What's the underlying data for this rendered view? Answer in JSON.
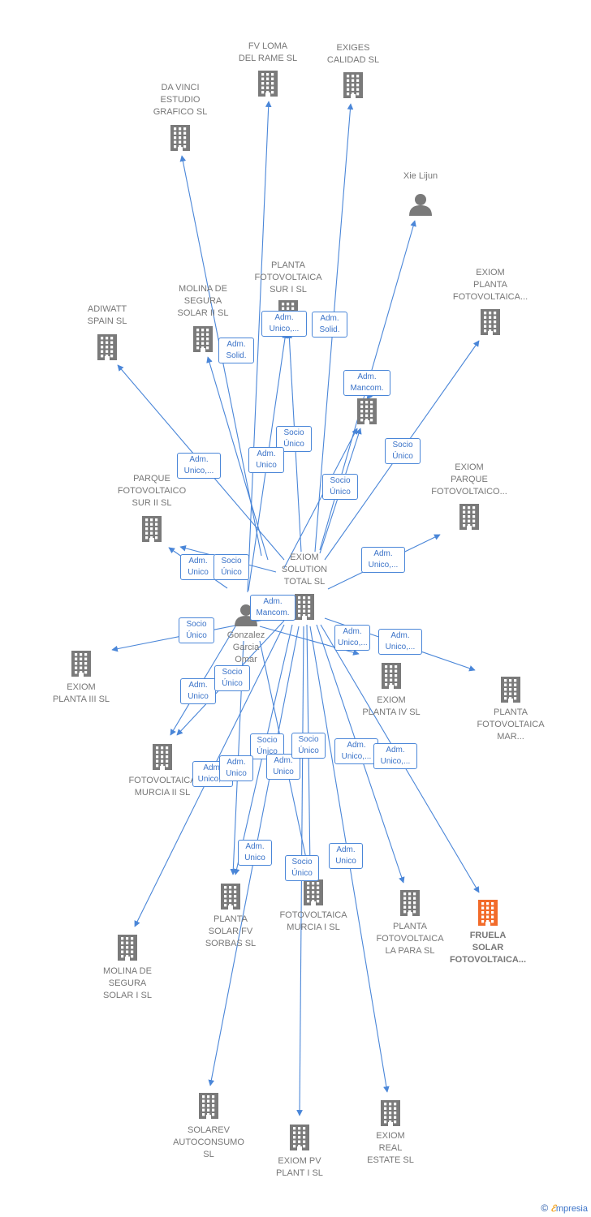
{
  "colors": {
    "edge": "#4a86d8",
    "node_icon": "#7a7a7a",
    "highlight_icon": "#f26b2a",
    "label": "#777777",
    "box_text": "#3b73c8"
  },
  "nodes": [
    {
      "id": "exiom_total",
      "label": "EXIOM\nSOLUTION\nTOTAL SL",
      "type": "company"
    },
    {
      "id": "gonzalez",
      "label": "Gonzalez\nGarcia\nOmar",
      "type": "person"
    },
    {
      "id": "fv_loma",
      "label": "FV LOMA\nDEL RAME  SL",
      "type": "company"
    },
    {
      "id": "exiges",
      "label": "EXIGES\nCALIDAD  SL",
      "type": "company"
    },
    {
      "id": "davinci",
      "label": "DA VINCI\nESTUDIO\nGRAFICO SL",
      "type": "company"
    },
    {
      "id": "xie",
      "label": "Xie Lijun",
      "type": "person"
    },
    {
      "id": "planta_sur1",
      "label": "PLANTA\nFOTOVOLTAICA\nSUR I  SL",
      "type": "company"
    },
    {
      "id": "molina2",
      "label": "MOLINA DE\nSEGURA\nSOLAR II  SL",
      "type": "company"
    },
    {
      "id": "adiwatt",
      "label": "ADIWATT\nSPAIN  SL",
      "type": "company"
    },
    {
      "id": "exiom_planta_fv",
      "label": "EXIOM\nPLANTA\nFOTOVOLTAICA...",
      "type": "company"
    },
    {
      "id": "unlabeled_mid",
      "label": "",
      "type": "company"
    },
    {
      "id": "parque_sur2",
      "label": "PARQUE\nFOTOVOLTAICO\nSUR II  SL",
      "type": "company"
    },
    {
      "id": "exiom_parque",
      "label": "EXIOM\nPARQUE\nFOTOVOLTAICO...",
      "type": "company"
    },
    {
      "id": "exiom_p3",
      "label": "EXIOM\nPLANTA III  SL",
      "type": "company"
    },
    {
      "id": "exiom_p4",
      "label": "EXIOM\nPLANTA IV  SL",
      "type": "company"
    },
    {
      "id": "planta_mar",
      "label": "PLANTA\nFOTOVOLTAICA\nMAR...",
      "type": "company"
    },
    {
      "id": "fv_murcia2",
      "label": "FOTOVOLTAICA\nMURCIA II  SL",
      "type": "company"
    },
    {
      "id": "planta_sorbas",
      "label": "PLANTA\nSOLAR FV\nSORBAS  SL",
      "type": "company"
    },
    {
      "id": "fv_murcia1",
      "label": "FOTOVOLTAICA\nMURCIA I  SL",
      "type": "company"
    },
    {
      "id": "planta_lapara",
      "label": "PLANTA\nFOTOVOLTAICA\nLA PARA  SL",
      "type": "company"
    },
    {
      "id": "fruela",
      "label": "FRUELA\nSOLAR\nFOTOVOLTAICA...",
      "type": "company",
      "highlight": true
    },
    {
      "id": "molina1",
      "label": "MOLINA DE\nSEGURA\nSOLAR I  SL",
      "type": "company"
    },
    {
      "id": "solarev",
      "label": "SOLAREV\nAUTOCONSUMO\nSL",
      "type": "company"
    },
    {
      "id": "exiom_pv1",
      "label": "EXIOM PV\nPLANT I  SL",
      "type": "company"
    },
    {
      "id": "exiom_real",
      "label": "EXIOM\nREAL\nESTATE  SL",
      "type": "company"
    }
  ],
  "edges": [
    {
      "from": "gonzalez",
      "to": "fv_loma",
      "label": ""
    },
    {
      "from": "exiom_total",
      "to": "exiges",
      "label": "Adm.\nSolid."
    },
    {
      "from": "gonzalez",
      "to": "davinci",
      "label": ""
    },
    {
      "from": "exiom_total",
      "to": "xie",
      "label": ""
    },
    {
      "from": "gonzalez",
      "to": "planta_sur1",
      "label": "Adm.\nUnico,..."
    },
    {
      "from": "exiom_total",
      "to": "planta_sur1",
      "label": "Socio\nÚnico"
    },
    {
      "from": "gonzalez",
      "to": "molina2",
      "label": "Adm.\nSolid."
    },
    {
      "from": "exiom_total",
      "to": "adiwatt",
      "label": "Adm.\nUnico,..."
    },
    {
      "from": "exiom_total",
      "to": "exiom_planta_fv",
      "label": "Socio\nÚnico"
    },
    {
      "from": "exiom_total",
      "to": "unlabeled_mid",
      "label": "Socio\nÚnico"
    },
    {
      "from": "gonzalez",
      "to": "unlabeled_mid",
      "label": "Adm.\nUnico"
    },
    {
      "from": "xie",
      "to": "unlabeled_mid",
      "label": "Adm.\nMancom."
    },
    {
      "from": "gonzalez",
      "to": "parque_sur2",
      "label": "Adm.\nUnico"
    },
    {
      "from": "exiom_total",
      "to": "parque_sur2",
      "label": "Socio\nÚnico"
    },
    {
      "from": "exiom_total",
      "to": "exiom_parque",
      "label": "Adm.\nUnico,..."
    },
    {
      "from": "exiom_total",
      "to": "exiom_p3",
      "label": "Socio\nÚnico"
    },
    {
      "from": "gonzalez",
      "to": "exiom_p4",
      "label": "Adm.\nUnico,..."
    },
    {
      "from": "exiom_total",
      "to": "planta_mar",
      "label": "Adm.\nUnico,..."
    },
    {
      "from": "gonzalez",
      "to": "fv_murcia2",
      "label": "Adm.\nUnico"
    },
    {
      "from": "exiom_total",
      "to": "fv_murcia2",
      "label": "Socio\nÚnico"
    },
    {
      "from": "gonzalez",
      "to": "planta_sorbas",
      "label": "Adm.\nUnico"
    },
    {
      "from": "exiom_total",
      "to": "planta_sorbas",
      "label": "Socio\nÚnico"
    },
    {
      "from": "gonzalez",
      "to": "fv_murcia1",
      "label": "Adm.\nUnico"
    },
    {
      "from": "exiom_total",
      "to": "fv_murcia1",
      "label": "Socio\nÚnico"
    },
    {
      "from": "exiom_total",
      "to": "planta_lapara",
      "label": "Adm.\nUnico,..."
    },
    {
      "from": "exiom_total",
      "to": "fruela",
      "label": "Adm.\nUnico,..."
    },
    {
      "from": "exiom_total",
      "to": "molina1",
      "label": "Adm.\nUnico,..."
    },
    {
      "from": "exiom_total",
      "to": "solarev",
      "label": "Adm.\nUnico"
    },
    {
      "from": "exiom_total",
      "to": "exiom_pv1",
      "label": "Socio\nÚnico"
    },
    {
      "from": "exiom_total",
      "to": "exiom_real",
      "label": "Adm.\nUnico"
    },
    {
      "from": "gonzalez",
      "to": "exiom_total",
      "label": "Adm.\nMancom."
    }
  ],
  "footer": {
    "copyright": "©",
    "brand_e": "ℰ",
    "brand_rest": "mpresia"
  }
}
